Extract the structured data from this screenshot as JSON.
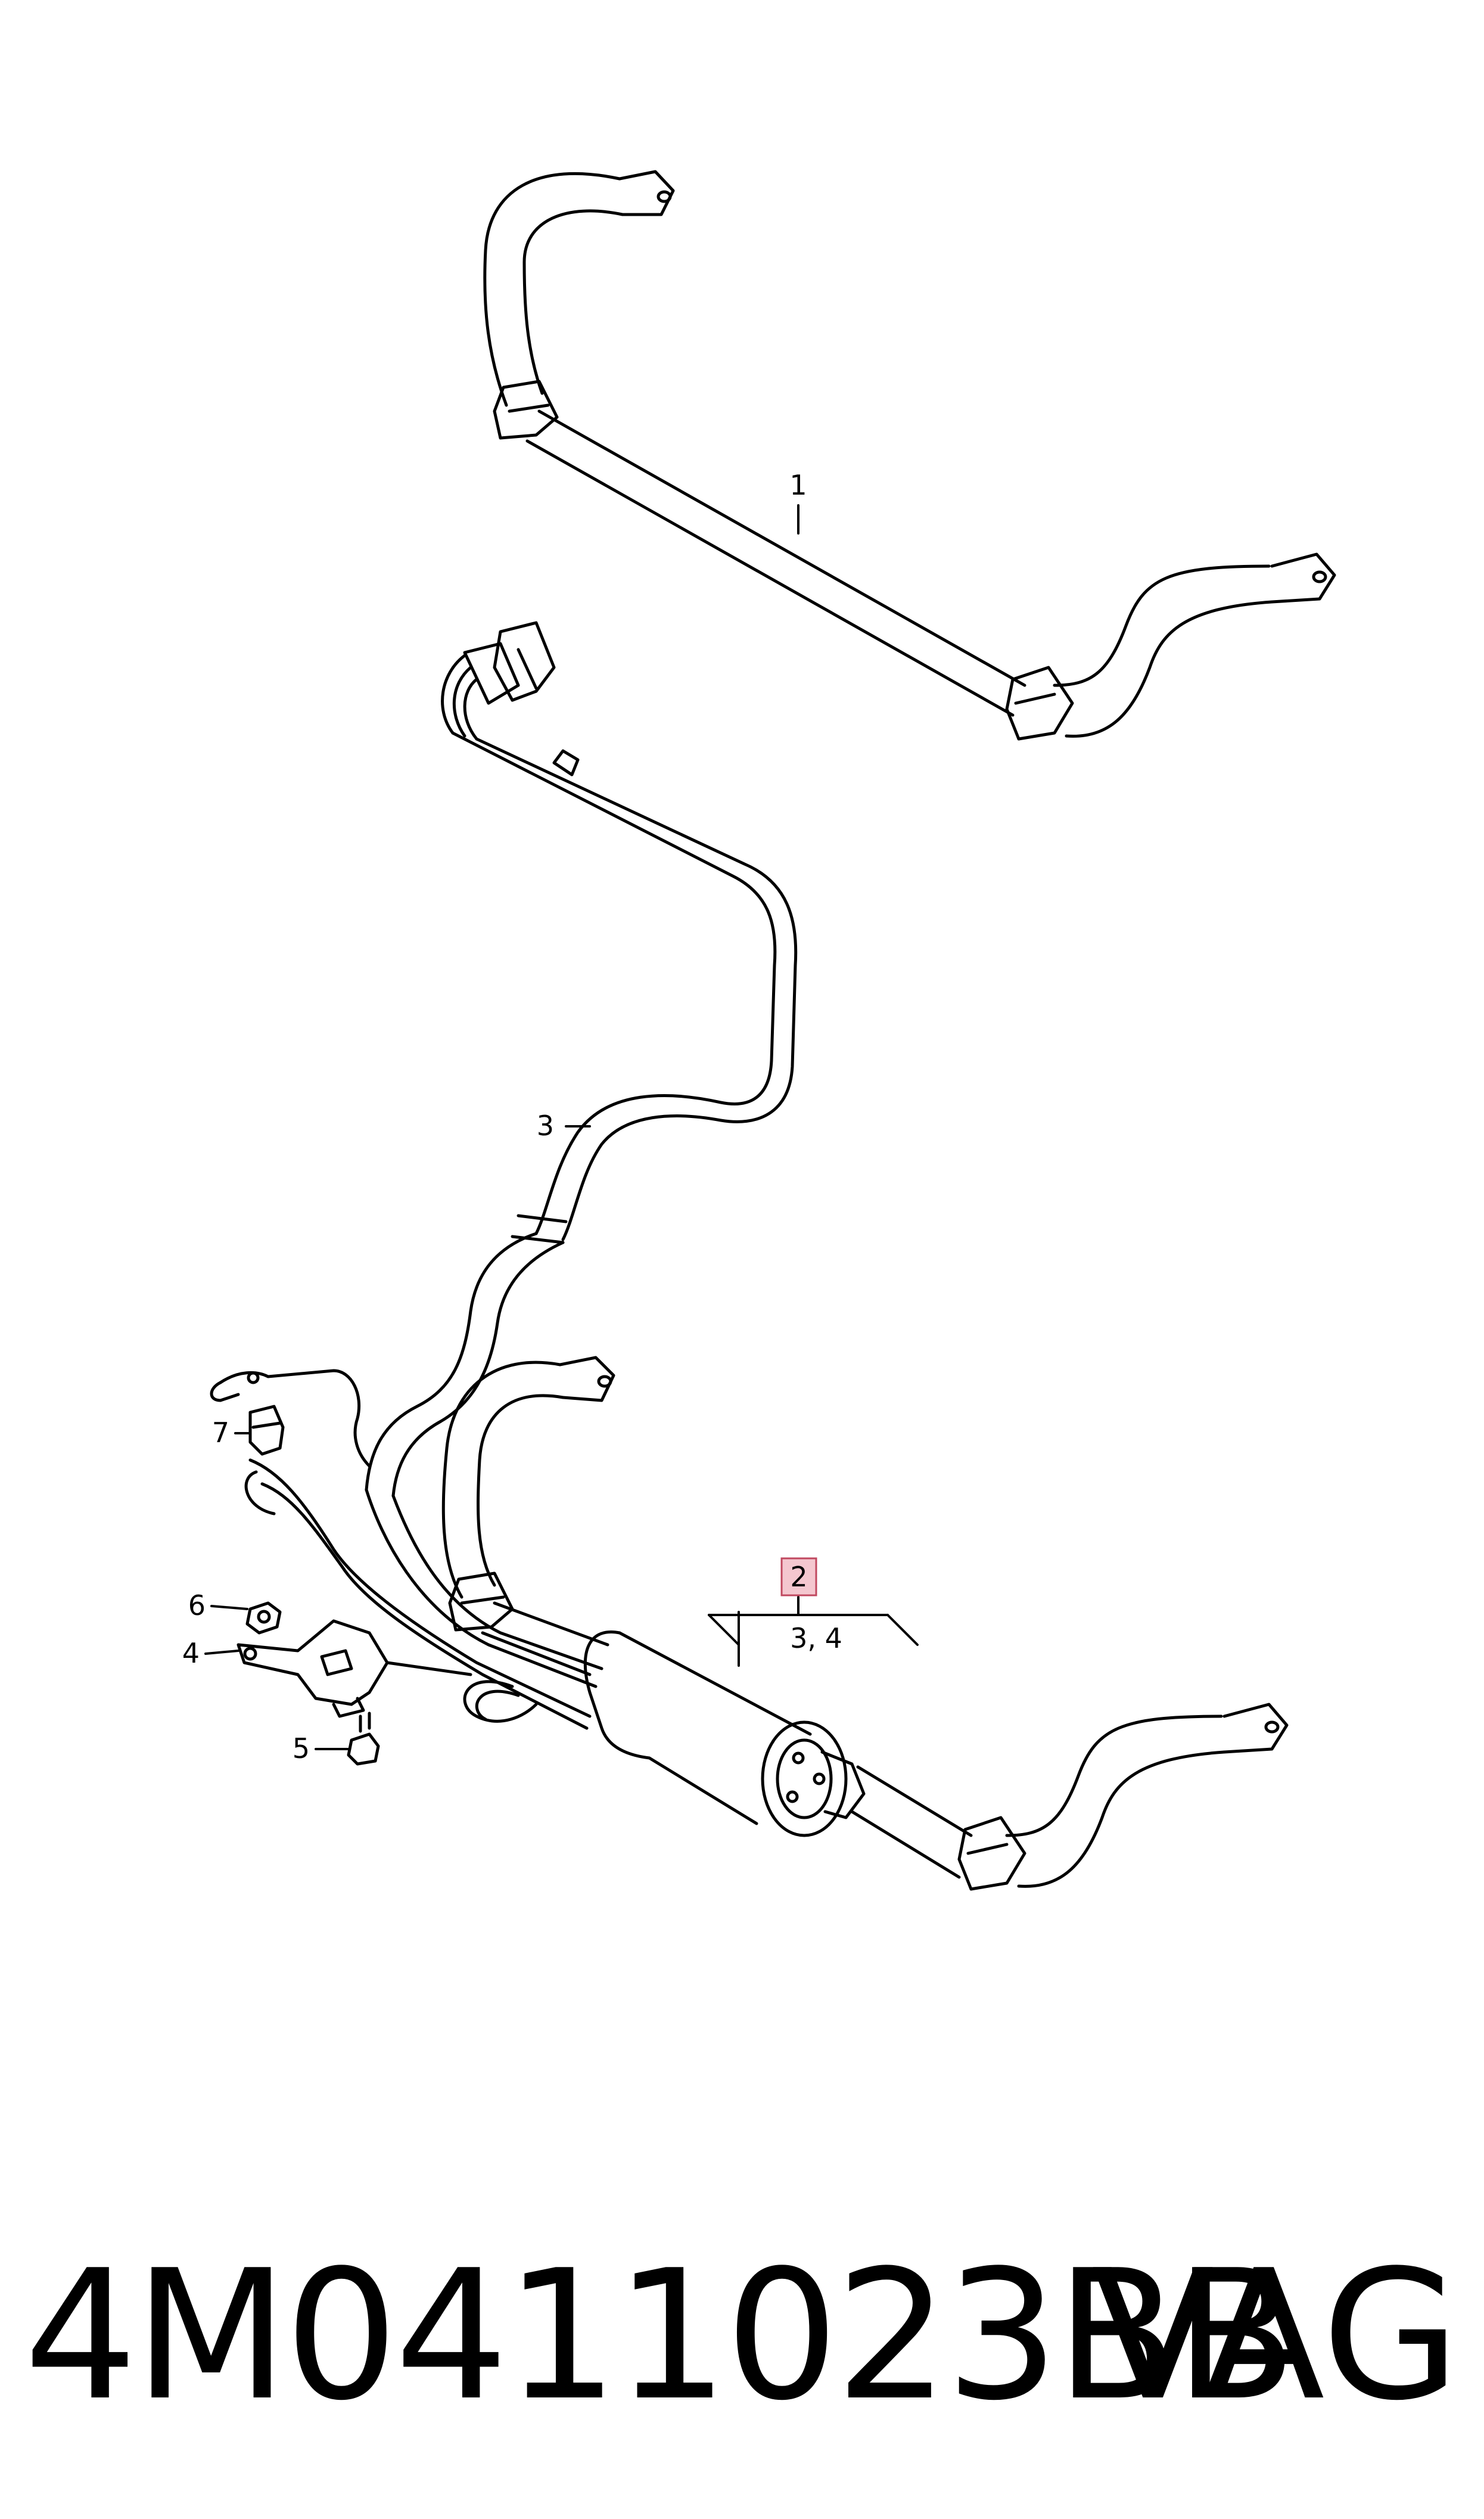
{
  "diagram": {
    "callouts": {
      "c1": "1",
      "c2": "2",
      "c34": "3, 4",
      "c3": "3",
      "c4": "4",
      "c5": "5",
      "c6": "6",
      "c7": "7"
    },
    "highlight_color": "#f4c7cf"
  },
  "footer": {
    "part_number": "4M0411023BB",
    "brand": "VAG"
  }
}
